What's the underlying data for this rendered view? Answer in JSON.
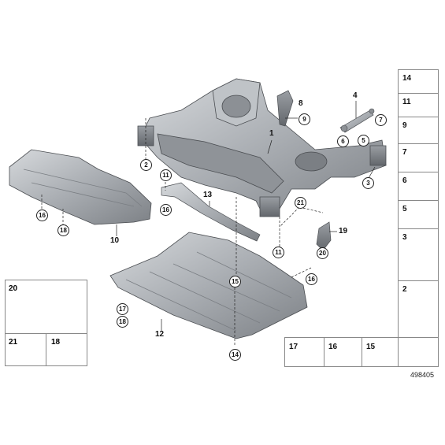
{
  "callouts": {
    "c1": "1",
    "c2": "2",
    "c3": "3",
    "c4": "4",
    "c5": "5",
    "c6": "6",
    "c7": "7",
    "c8": "8",
    "c9": "9",
    "c10": "10",
    "c11a": "11",
    "c11b": "11",
    "c12": "12",
    "c13": "13",
    "c14": "14",
    "c15": "15",
    "c16a": "16",
    "c16b": "16",
    "c16c": "16",
    "c17": "17",
    "c18a": "18",
    "c18b": "18",
    "c19": "19",
    "c20": "20",
    "c21": "21"
  },
  "right_panel": [
    "14",
    "11",
    "9",
    "7",
    "6",
    "5",
    "3",
    "2"
  ],
  "left_panel": {
    "top": "20",
    "bottom_left": "21",
    "bottom_right": "18"
  },
  "bottom_panel": [
    "17",
    "16",
    "15"
  ],
  "diagram_code": "498405"
}
